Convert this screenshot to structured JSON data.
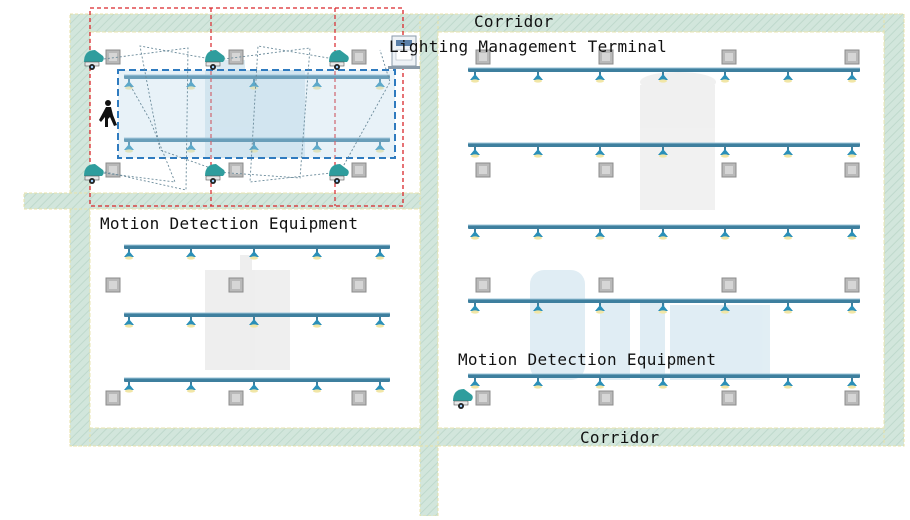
{
  "labels": {
    "corridor_top": "Corridor",
    "corridor_bottom": "Corridor",
    "terminal": "Lighting Management Terminal",
    "motion_left": "Motion Detection Equipment",
    "motion_right": "Motion Detection Equipment"
  },
  "colors": {
    "corridor_fill": "#d2e6dc",
    "corridor_stripe": "#f2edb4",
    "room_border": "#e9e4b0",
    "rail": "#3e7f9e",
    "lamp": "#2a8fb8",
    "camera": "#2f9d9d",
    "sensor": "#b9b9b9",
    "cover_zone": "#d9262b",
    "lit_zone": "#2f7bbf"
  },
  "icons": {
    "camera": "security-camera-icon",
    "sensor": "motion-sensor-icon",
    "lamp": "ceiling-lamp-icon",
    "person": "walking-person-icon",
    "terminal": "terminal-device-icon",
    "machine": "factory-machine-icon"
  }
}
